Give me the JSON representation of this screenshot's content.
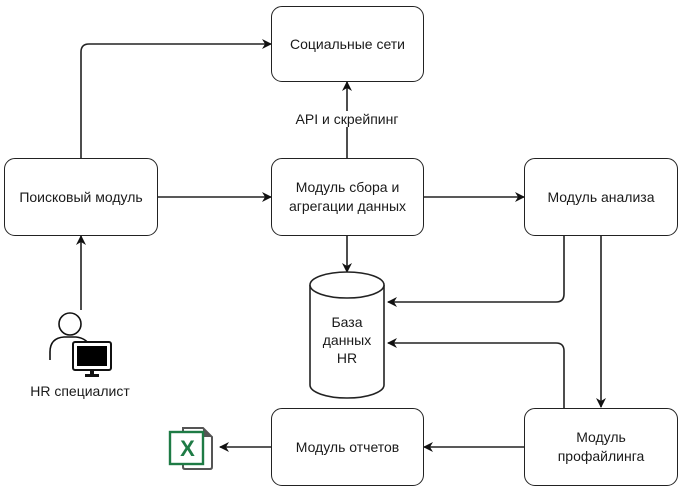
{
  "diagram": {
    "nodes": {
      "social": {
        "label": "Социальные сети"
      },
      "search": {
        "label": "Поисковый модуль"
      },
      "aggregation": {
        "label_line1": "Модуль сбора и",
        "label_line2": "агрегации данных"
      },
      "analysis": {
        "label": "Модуль анализа"
      },
      "database": {
        "line1": "База",
        "line2": "данных",
        "line3": "HR"
      },
      "reports": {
        "label": "Модуль отчетов"
      },
      "profiling": {
        "label_line1": "Модуль",
        "label_line2": "профайлинга"
      },
      "hr_specialist": {
        "label": "HR специалист",
        "icon": "user-computer-icon"
      },
      "excel": {
        "icon": "excel-file-icon",
        "glyph": "X",
        "color": "#1e7b45"
      }
    },
    "edges": [
      {
        "from": "hr_specialist",
        "to": "search"
      },
      {
        "from": "search",
        "to": "social"
      },
      {
        "from": "search",
        "to": "aggregation"
      },
      {
        "from": "aggregation",
        "to": "social",
        "label": "API и скрейпинг"
      },
      {
        "from": "aggregation",
        "to": "analysis"
      },
      {
        "from": "aggregation",
        "to": "database"
      },
      {
        "from": "analysis",
        "to": "database"
      },
      {
        "from": "analysis",
        "to": "profiling"
      },
      {
        "from": "profiling",
        "to": "database"
      },
      {
        "from": "profiling",
        "to": "reports"
      },
      {
        "from": "reports",
        "to": "excel"
      }
    ],
    "edge_label_api": "API и скрейпинг"
  }
}
